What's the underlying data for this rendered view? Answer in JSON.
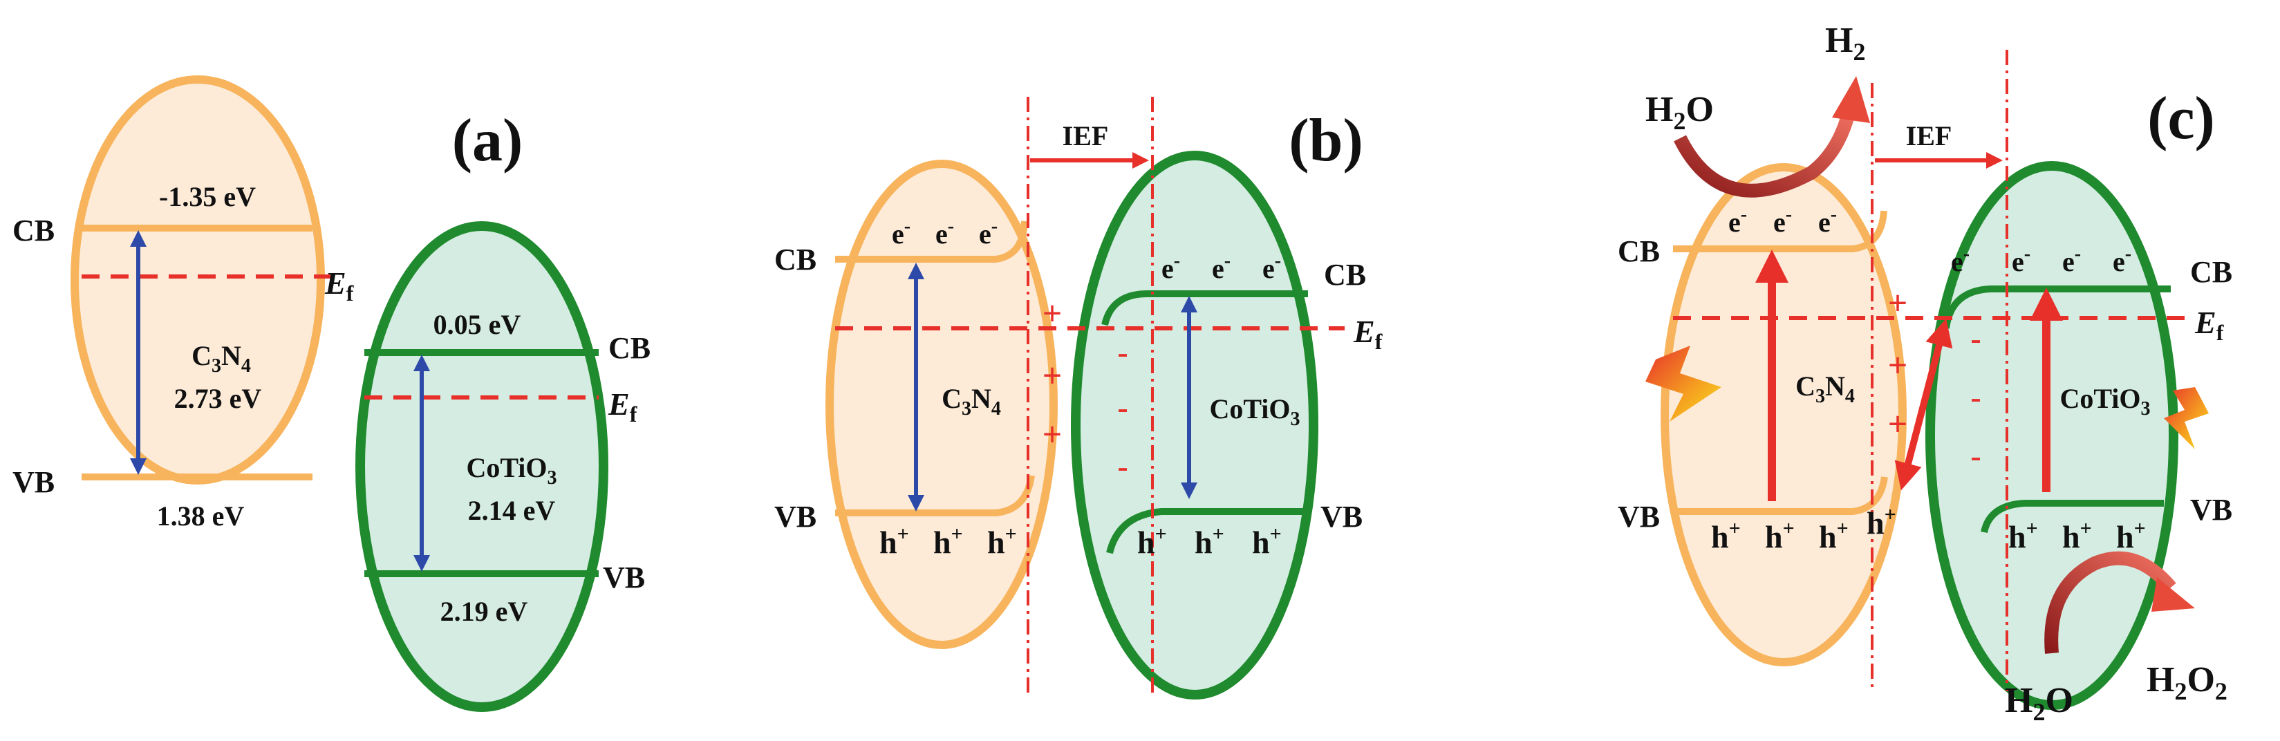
{
  "colors": {
    "c3n4_fill": "#fdebd8",
    "c3n4_stroke": "#f7b45c",
    "cotio3_fill": "#d4ece2",
    "cotio3_stroke": "#1f8a2e",
    "fermi": "#e8302b",
    "gap_arrow": "#2e4aa8",
    "ief": "#e8302b",
    "text": "#111111"
  },
  "panel_a": {
    "label": "(a)",
    "c3n4": {
      "cb_value": "-1.35 eV",
      "name": "C3N4",
      "gap": "2.73 eV",
      "vb_value": "1.38 eV"
    },
    "cotio3": {
      "cb_value": "0.05 eV",
      "name": "CoTiO3",
      "gap": "2.14 eV",
      "vb_value": "2.19 eV"
    },
    "cb": "CB",
    "vb": "VB",
    "cb2": "CB",
    "vb2": "VB",
    "ef": "E",
    "ef_sub": "f"
  },
  "panel_b": {
    "label": "(b)",
    "ief": "IEF",
    "cb": "CB",
    "vb": "VB",
    "cb2": "CB",
    "vb2": "VB",
    "ef": "E",
    "ef_sub": "f",
    "c3n4_name": "C3N4",
    "cotio3_name": "CoTiO3",
    "electron": "e",
    "hole": "h",
    "plus": "+",
    "minus": "-"
  },
  "panel_c": {
    "label": "(c)",
    "ief": "IEF",
    "cb": "CB",
    "vb": "VB",
    "cb2": "CB",
    "vb2": "VB",
    "ef": "E",
    "ef_sub": "f",
    "c3n4_name": "C3N4",
    "cotio3_name": "CoTiO3",
    "electron": "e",
    "hole": "h",
    "plus": "+",
    "minus": "-",
    "h2o_top": "H2O",
    "h2": "H2",
    "h2o_bottom": "H2O",
    "h2o2": "H2O2"
  }
}
